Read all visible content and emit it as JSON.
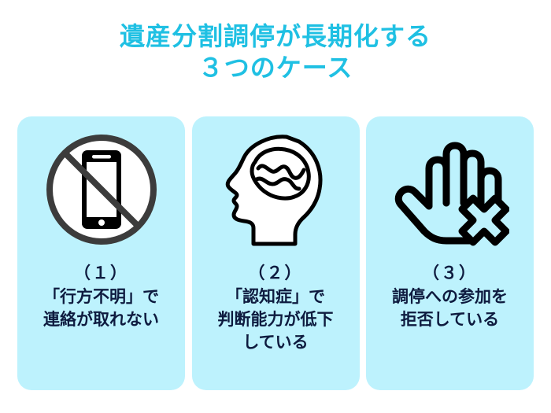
{
  "title": {
    "line1": "遺産分割調停が長期化する",
    "line2": "３つのケース",
    "color": "#1fc0e3"
  },
  "theme": {
    "background": "#ffffff",
    "card_background": "#bdf2fd",
    "caption_color": "#0e1b3f",
    "icon_dark": "#000000",
    "icon_ring": "#3c3c3c"
  },
  "cards": [
    {
      "icon_name": "no-mobile-phone-icon",
      "number": "（１）",
      "lines": [
        "「行方不明」で",
        "連絡が取れない"
      ]
    },
    {
      "icon_name": "head-brain-icon",
      "number": "（２）",
      "lines": [
        "「認知症」で",
        "判断能力が低下",
        "している"
      ]
    },
    {
      "icon_name": "hand-stop-x-icon",
      "number": "（３）",
      "lines": [
        "調停への参加を",
        "拒否している"
      ]
    }
  ]
}
